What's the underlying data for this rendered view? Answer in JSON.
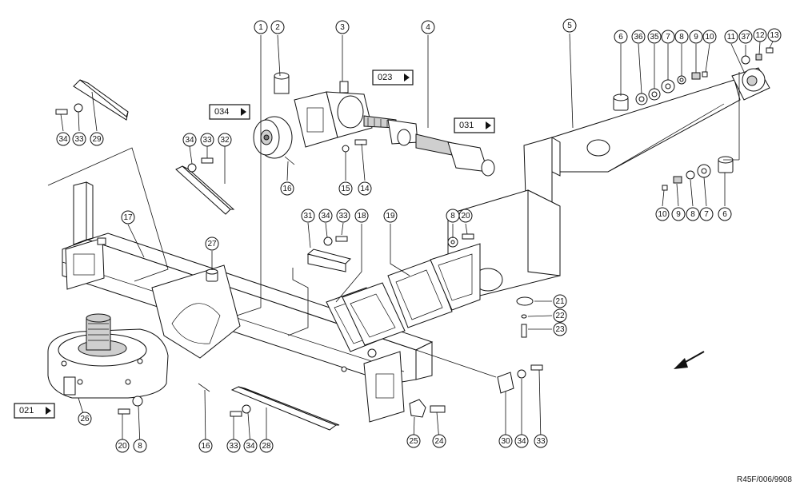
{
  "drawing_code": "R45F/006/9908",
  "references": [
    {
      "id": "ref-023",
      "label": "023"
    },
    {
      "id": "ref-034",
      "label": "034"
    },
    {
      "id": "ref-031",
      "label": "031"
    },
    {
      "id": "ref-021",
      "label": "021"
    }
  ],
  "callouts": [
    {
      "id": "c1",
      "label": "1"
    },
    {
      "id": "c2",
      "label": "2"
    },
    {
      "id": "c3",
      "label": "3"
    },
    {
      "id": "c4",
      "label": "4"
    },
    {
      "id": "c5",
      "label": "5"
    },
    {
      "id": "c6a",
      "label": "6"
    },
    {
      "id": "c36",
      "label": "36"
    },
    {
      "id": "c35",
      "label": "35"
    },
    {
      "id": "c7a",
      "label": "7"
    },
    {
      "id": "c8a",
      "label": "8"
    },
    {
      "id": "c9a",
      "label": "9"
    },
    {
      "id": "c10a",
      "label": "10"
    },
    {
      "id": "c11",
      "label": "11"
    },
    {
      "id": "c37",
      "label": "37"
    },
    {
      "id": "c12",
      "label": "12"
    },
    {
      "id": "c13",
      "label": "13"
    },
    {
      "id": "c34a",
      "label": "34"
    },
    {
      "id": "c33a",
      "label": "33"
    },
    {
      "id": "c29",
      "label": "29"
    },
    {
      "id": "c34b",
      "label": "34"
    },
    {
      "id": "c33b",
      "label": "33"
    },
    {
      "id": "c32",
      "label": "32"
    },
    {
      "id": "c16a",
      "label": "16"
    },
    {
      "id": "c15",
      "label": "15"
    },
    {
      "id": "c14",
      "label": "14"
    },
    {
      "id": "c17",
      "label": "17"
    },
    {
      "id": "c27",
      "label": "27"
    },
    {
      "id": "c31",
      "label": "31"
    },
    {
      "id": "c34c",
      "label": "34"
    },
    {
      "id": "c33c",
      "label": "33"
    },
    {
      "id": "c18",
      "label": "18"
    },
    {
      "id": "c19",
      "label": "19"
    },
    {
      "id": "c8b",
      "label": "8"
    },
    {
      "id": "c20a",
      "label": "20"
    },
    {
      "id": "c10b",
      "label": "10"
    },
    {
      "id": "c9b",
      "label": "9"
    },
    {
      "id": "c8c",
      "label": "8"
    },
    {
      "id": "c7b",
      "label": "7"
    },
    {
      "id": "c6b",
      "label": "6"
    },
    {
      "id": "c21",
      "label": "21"
    },
    {
      "id": "c22",
      "label": "22"
    },
    {
      "id": "c23",
      "label": "23"
    },
    {
      "id": "c26",
      "label": "26"
    },
    {
      "id": "c20b",
      "label": "20"
    },
    {
      "id": "c8d",
      "label": "8"
    },
    {
      "id": "c16b",
      "label": "16"
    },
    {
      "id": "c33d",
      "label": "33"
    },
    {
      "id": "c34d",
      "label": "34"
    },
    {
      "id": "c28",
      "label": "28"
    },
    {
      "id": "c25",
      "label": "25"
    },
    {
      "id": "c24",
      "label": "24"
    },
    {
      "id": "c30",
      "label": "30"
    },
    {
      "id": "c34e",
      "label": "34"
    },
    {
      "id": "c33e",
      "label": "33"
    }
  ]
}
